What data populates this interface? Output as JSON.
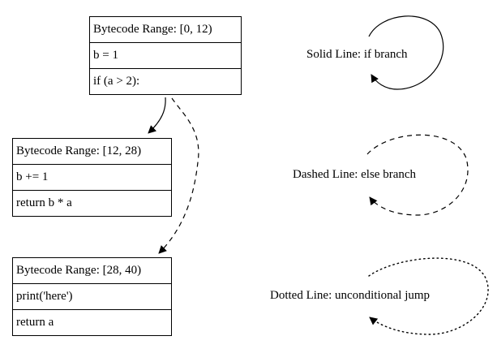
{
  "blocks": [
    {
      "header": "Bytecode Range: [0, 12)",
      "lines": [
        "b = 1",
        "if (a > 2):"
      ]
    },
    {
      "header": "Bytecode Range: [12, 28)",
      "lines": [
        "b += 1",
        "return b * a"
      ]
    },
    {
      "header": "Bytecode Range: [28, 40)",
      "lines": [
        "print('here')",
        "return a"
      ]
    }
  ],
  "edges": [
    {
      "from": "block-0",
      "to": "block-1",
      "style": "solid"
    },
    {
      "from": "block-0",
      "to": "block-2",
      "style": "dashed"
    }
  ],
  "legend": [
    {
      "label": "Solid Line: if branch",
      "style": "solid"
    },
    {
      "label": "Dashed Line: else branch",
      "style": "dashed"
    },
    {
      "label": "Dotted Line: unconditional jump",
      "style": "dotted"
    }
  ]
}
